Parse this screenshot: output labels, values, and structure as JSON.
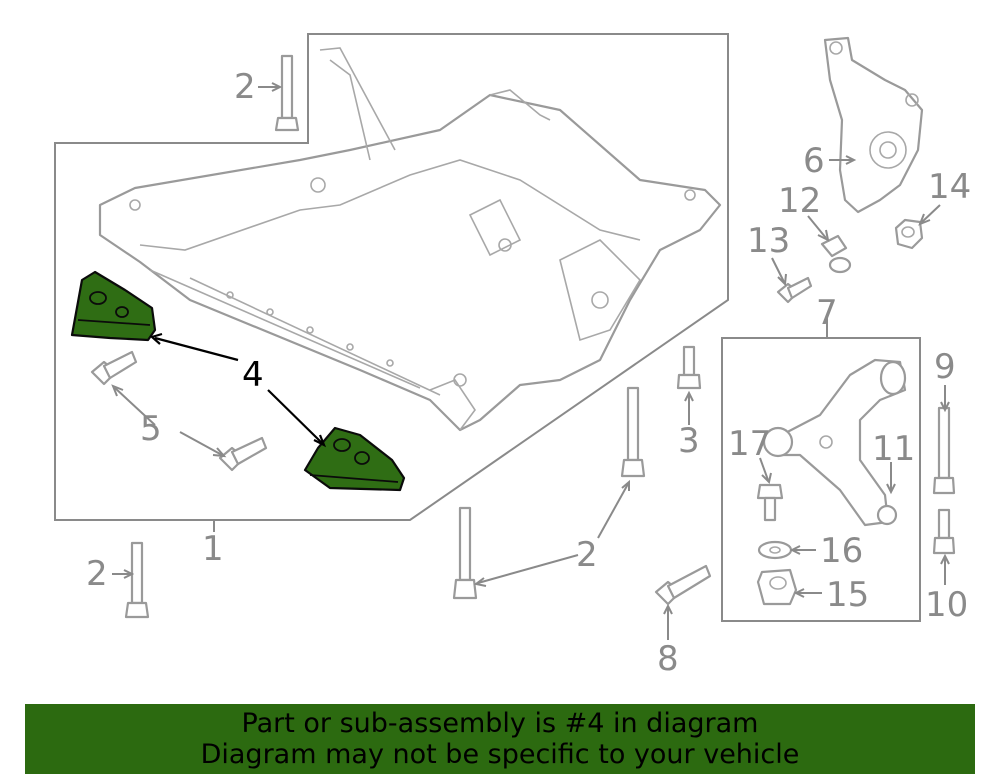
{
  "callouts": {
    "c1": "1",
    "c2a": "2",
    "c2b": "2",
    "c2c": "2",
    "c3": "3",
    "c4": "4",
    "c5": "5",
    "c6": "6",
    "c7": "7",
    "c8": "8",
    "c9": "9",
    "c10": "10",
    "c11": "11",
    "c12": "12",
    "c13": "13",
    "c14": "14",
    "c15": "15",
    "c16": "16",
    "c17": "17"
  },
  "banner": {
    "line1": "Part or sub-assembly is #4 in diagram",
    "line2": "Diagram may not be specific to your vehicle"
  },
  "colors": {
    "highlight": "#2f6d14",
    "banner": "#2c6a10",
    "line_art": "#9a9a9a"
  }
}
